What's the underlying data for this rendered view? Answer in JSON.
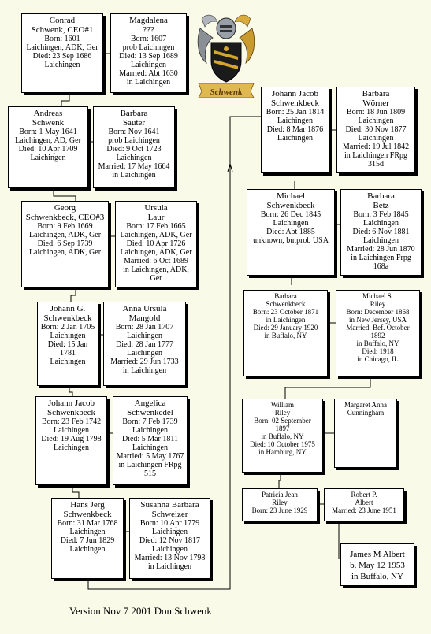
{
  "crest": {
    "banner": "Schwenk"
  },
  "footer": "Version Nov 7 2001 Don Schwenk",
  "people": [
    {
      "id": "conrad",
      "lines": [
        "Conrad",
        "Schwenk, CEO#1",
        "Born: 1601",
        "Laichingen, ADK, Ger",
        "Died: 23 Sep 1686",
        "Laichingen"
      ]
    },
    {
      "id": "magdalena",
      "lines": [
        "Magdalena",
        "???",
        "Born: 1607",
        "prob Laichingen",
        "Died: 13 Sep 1689",
        "Laichingen",
        "Married: Abt 1630",
        "in Laichingen"
      ]
    },
    {
      "id": "andreas",
      "lines": [
        "Andreas",
        "Schwenk",
        "Born: 1 May 1641",
        "Laichingen, AD, Ger",
        "Died: 10 Apr 1709",
        "Laichingen"
      ]
    },
    {
      "id": "barbara-sauter",
      "lines": [
        "Barbara",
        "Sauter",
        "Born: Nov 1641",
        "prob Laichingen",
        "Died: 9 Oct 1723",
        "Laichingen",
        "Married: 17 May 1664",
        "in Laichingen"
      ]
    },
    {
      "id": "georg",
      "lines": [
        "Georg",
        "Schwenkbeck, CEO#3",
        "Born: 9 Feb 1669",
        "Laichingen, ADK, Ger",
        "Died: 6 Sep 1739",
        "Laichingen, ADK, Ger"
      ]
    },
    {
      "id": "ursula-laur",
      "lines": [
        "Ursula",
        "Laur",
        "Born: 17 Feb 1665",
        "Laichingen, ADK, Ger",
        "Died: 10 Apr 1726",
        "Laichingen, ADK, Ger",
        "Married: 6 Oct 1689",
        "in Laichingen, ADK,",
        "Ger"
      ]
    },
    {
      "id": "johann-g",
      "lines": [
        "Johann G.",
        "Schwenkbeck",
        "Born: 2 Jan 1705",
        "Laichingen",
        "Died: 15 Jan 1781",
        "Laichingen"
      ]
    },
    {
      "id": "anna-ursula",
      "lines": [
        "Anna Ursula",
        "Mangold",
        "Born: 28 Jan 1707",
        "Laichingen",
        "Died: 28 Jan 1777",
        "Laichingen",
        "Married: 29 Jun 1733",
        "in Laichingen"
      ]
    },
    {
      "id": "johann-jacob-1742",
      "lines": [
        "Johann Jacob",
        "Schwenkbeck",
        "Born: 23 Feb 1742",
        "Laichingen",
        "Died: 19 Aug 1798",
        "Laichingen"
      ]
    },
    {
      "id": "angelica",
      "lines": [
        "Angelica",
        "Schwenkedel",
        "Born: 7 Feb 1739",
        "Laichingen",
        "Died: 5 Mar 1811",
        "Laichingen",
        "Married: 5 May 1767",
        "in Laichingen FRpg",
        "515"
      ]
    },
    {
      "id": "hans-jerg",
      "lines": [
        "Hans Jerg",
        "Schwenkbeck",
        "Born: 31 Mar 1768",
        "Laichingen",
        "Died: 7 Jun 1829",
        "Laichingen"
      ]
    },
    {
      "id": "susanna-barbara",
      "lines": [
        "Susanna Barbara",
        "Schweizer",
        "Born: 10 Apr 1779",
        "Laichingen",
        "Died: 12 Nov 1817",
        "Laichingen",
        "Married: 13 Nov 1798",
        "in Laichingen"
      ]
    },
    {
      "id": "johann-jacob-1814",
      "lines": [
        "Johann Jacob",
        "Schwenkbeck",
        "Born: 25 Jan 1814",
        "Laichingen",
        "Died: 8 Mar 1876",
        "Laichingen"
      ]
    },
    {
      "id": "barbara-worner",
      "lines": [
        "Barbara",
        "Wörner",
        "Born: 18 Jun 1809",
        "Laichingen",
        "Died: 30 Nov 1877",
        "Laichingen",
        "Married: 19 Jul 1842",
        "in Laichingen FRpg",
        "315d"
      ]
    },
    {
      "id": "michael-schwenkbeck",
      "lines": [
        "Michael",
        "Schwenkbeck",
        "Born: 26 Dec 1845",
        "Laichingen",
        "Died: Abt 1885",
        "unknown, butprob USA"
      ]
    },
    {
      "id": "barbara-betz",
      "lines": [
        "Barbara",
        "Betz",
        "Born: 3 Feb 1845",
        "Laichingen",
        "Died: 6 Nov 1881",
        "Laichingen",
        "Married: 28 Jun 1870",
        "in Laichingen Frpg",
        "168a"
      ]
    },
    {
      "id": "barbara-schwenkbeck",
      "lines": [
        "Barbara",
        "Schwenkbeck",
        "Born: 23 October 1871",
        "in Laichingen",
        "Died: 29 January 1920",
        "in Buffalo, NY"
      ]
    },
    {
      "id": "michael-riley",
      "lines": [
        "Michael S.",
        "Riley",
        "Born: December 1868",
        "in New Jersey, USA",
        "Married: Bef. October",
        "1892",
        "in Buffalo, NY",
        "Died: 1918",
        "in Chicago, IL"
      ]
    },
    {
      "id": "william-riley",
      "lines": [
        "William",
        "Riley",
        "Born: 02 September",
        "1897",
        "in Buffalo, NY",
        "Died: 10 October 1975",
        "in Hamburg, NY"
      ]
    },
    {
      "id": "margaret-cunningham",
      "lines": [
        "Margaret Anna",
        "Cunningham"
      ]
    },
    {
      "id": "patricia-riley",
      "lines": [
        "Patricia Jean",
        "Riley",
        "Born: 23 June 1929"
      ]
    },
    {
      "id": "robert-albert",
      "lines": [
        "Robert P.",
        "Albert",
        "Married: 23 June 1951"
      ]
    },
    {
      "id": "james-albert",
      "lines": [
        "James M Albert",
        "b. May 12 1953",
        "in Buffalo, NY"
      ]
    }
  ]
}
